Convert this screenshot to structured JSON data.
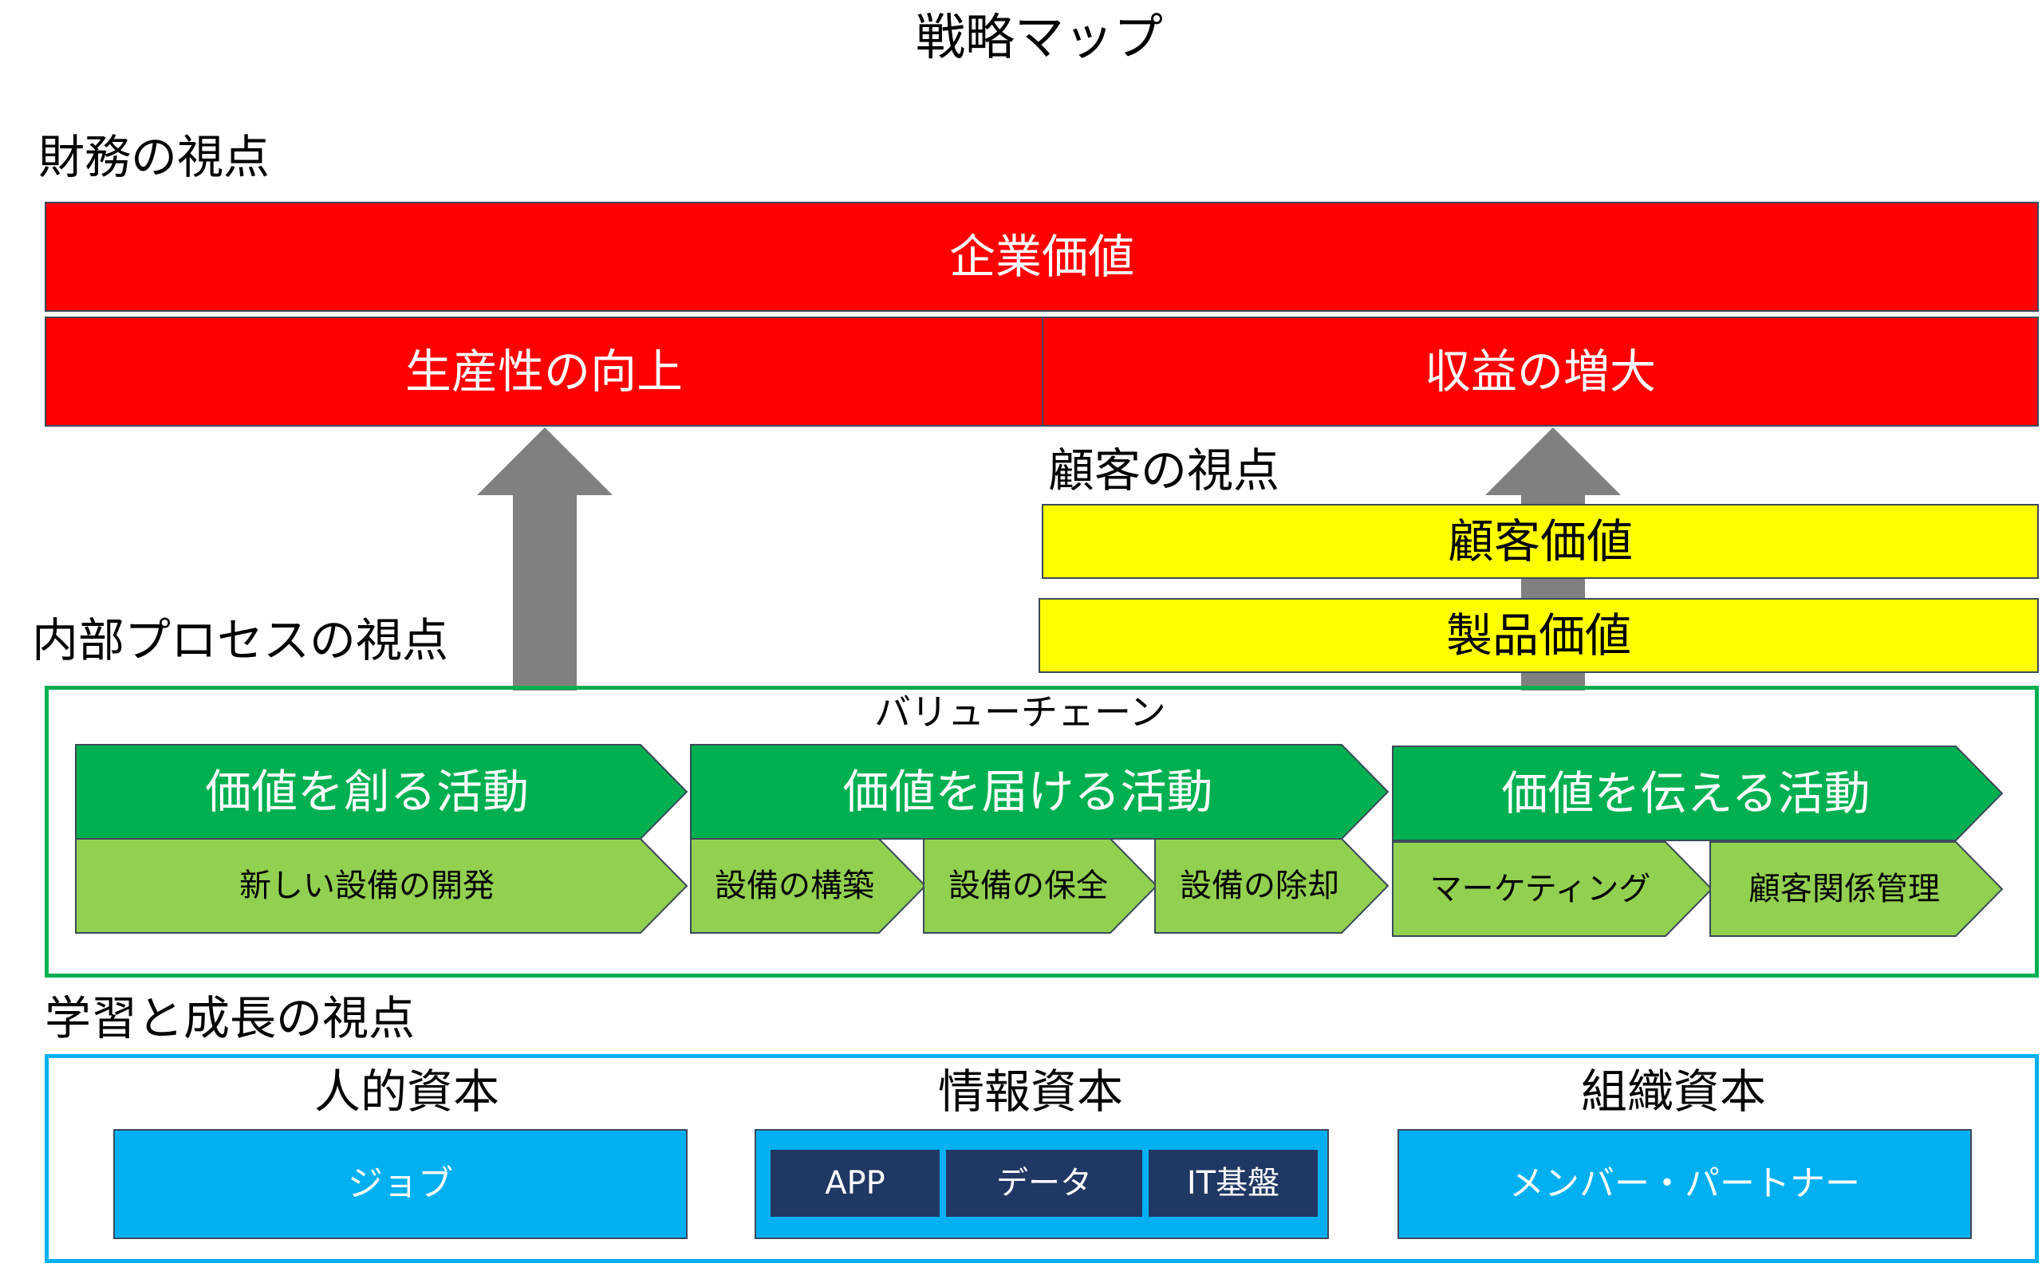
{
  "title": "戦略マップ",
  "financial": {
    "heading": "財務の視点",
    "enterprise_value": "企業価値",
    "productivity": "生産性の向上",
    "revenue": "収益の増大"
  },
  "customer": {
    "heading": "顧客の視点",
    "customer_value": "顧客価値",
    "product_value": "製品価値"
  },
  "internal": {
    "heading": "内部プロセスの視点",
    "value_chain_label": "バリューチェーン",
    "activities": [
      {
        "label": "価値を創る活動",
        "steps": [
          "新しい設備の開発"
        ]
      },
      {
        "label": "価値を届ける活動",
        "steps": [
          "設備の構築",
          "設備の保全",
          "設備の除却"
        ]
      },
      {
        "label": "価値を伝える活動",
        "steps": [
          "マーケティング",
          "顧客関係管理"
        ]
      }
    ]
  },
  "learning": {
    "heading": "学習と成長の視点",
    "capitals": [
      {
        "heading": "人的資本",
        "items": [
          "ジョブ"
        ]
      },
      {
        "heading": "情報資本",
        "items": [
          "APP",
          "データ",
          "IT基盤"
        ]
      },
      {
        "heading": "組織資本",
        "items": [
          "メンバー・パートナー"
        ]
      }
    ]
  },
  "colors": {
    "financial": "#ff0000",
    "customer": "#ffff00",
    "activity_dark": "#00b050",
    "activity_light": "#92d050",
    "capital": "#00b0f0",
    "info_item": "#203864",
    "arrow": "#808080",
    "internal_frame": "#00b050",
    "learning_frame": "#00b0f0"
  }
}
